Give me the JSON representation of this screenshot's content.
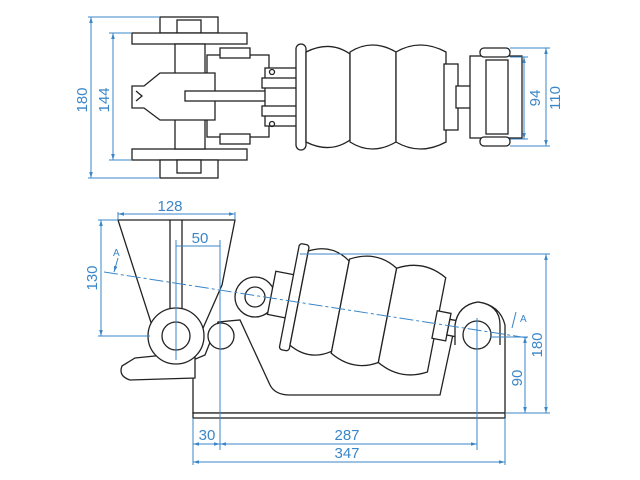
{
  "top_view": {
    "dimensions": {
      "overall_width": "180",
      "plate_span": "144",
      "rear_inner": "94",
      "rear_outer": "110"
    }
  },
  "side_view": {
    "dimensions": {
      "head_width": "128",
      "pivot_offset": "50",
      "head_height": "130",
      "overall_height": "180",
      "rear_pivot_height": "90",
      "front_offset": "30",
      "pivot_distance": "287",
      "overall_length": "347"
    },
    "section_marks": {
      "left": "A",
      "right": "A"
    }
  },
  "colors": {
    "dimension": "#3a86c8",
    "outline": "#222222"
  }
}
